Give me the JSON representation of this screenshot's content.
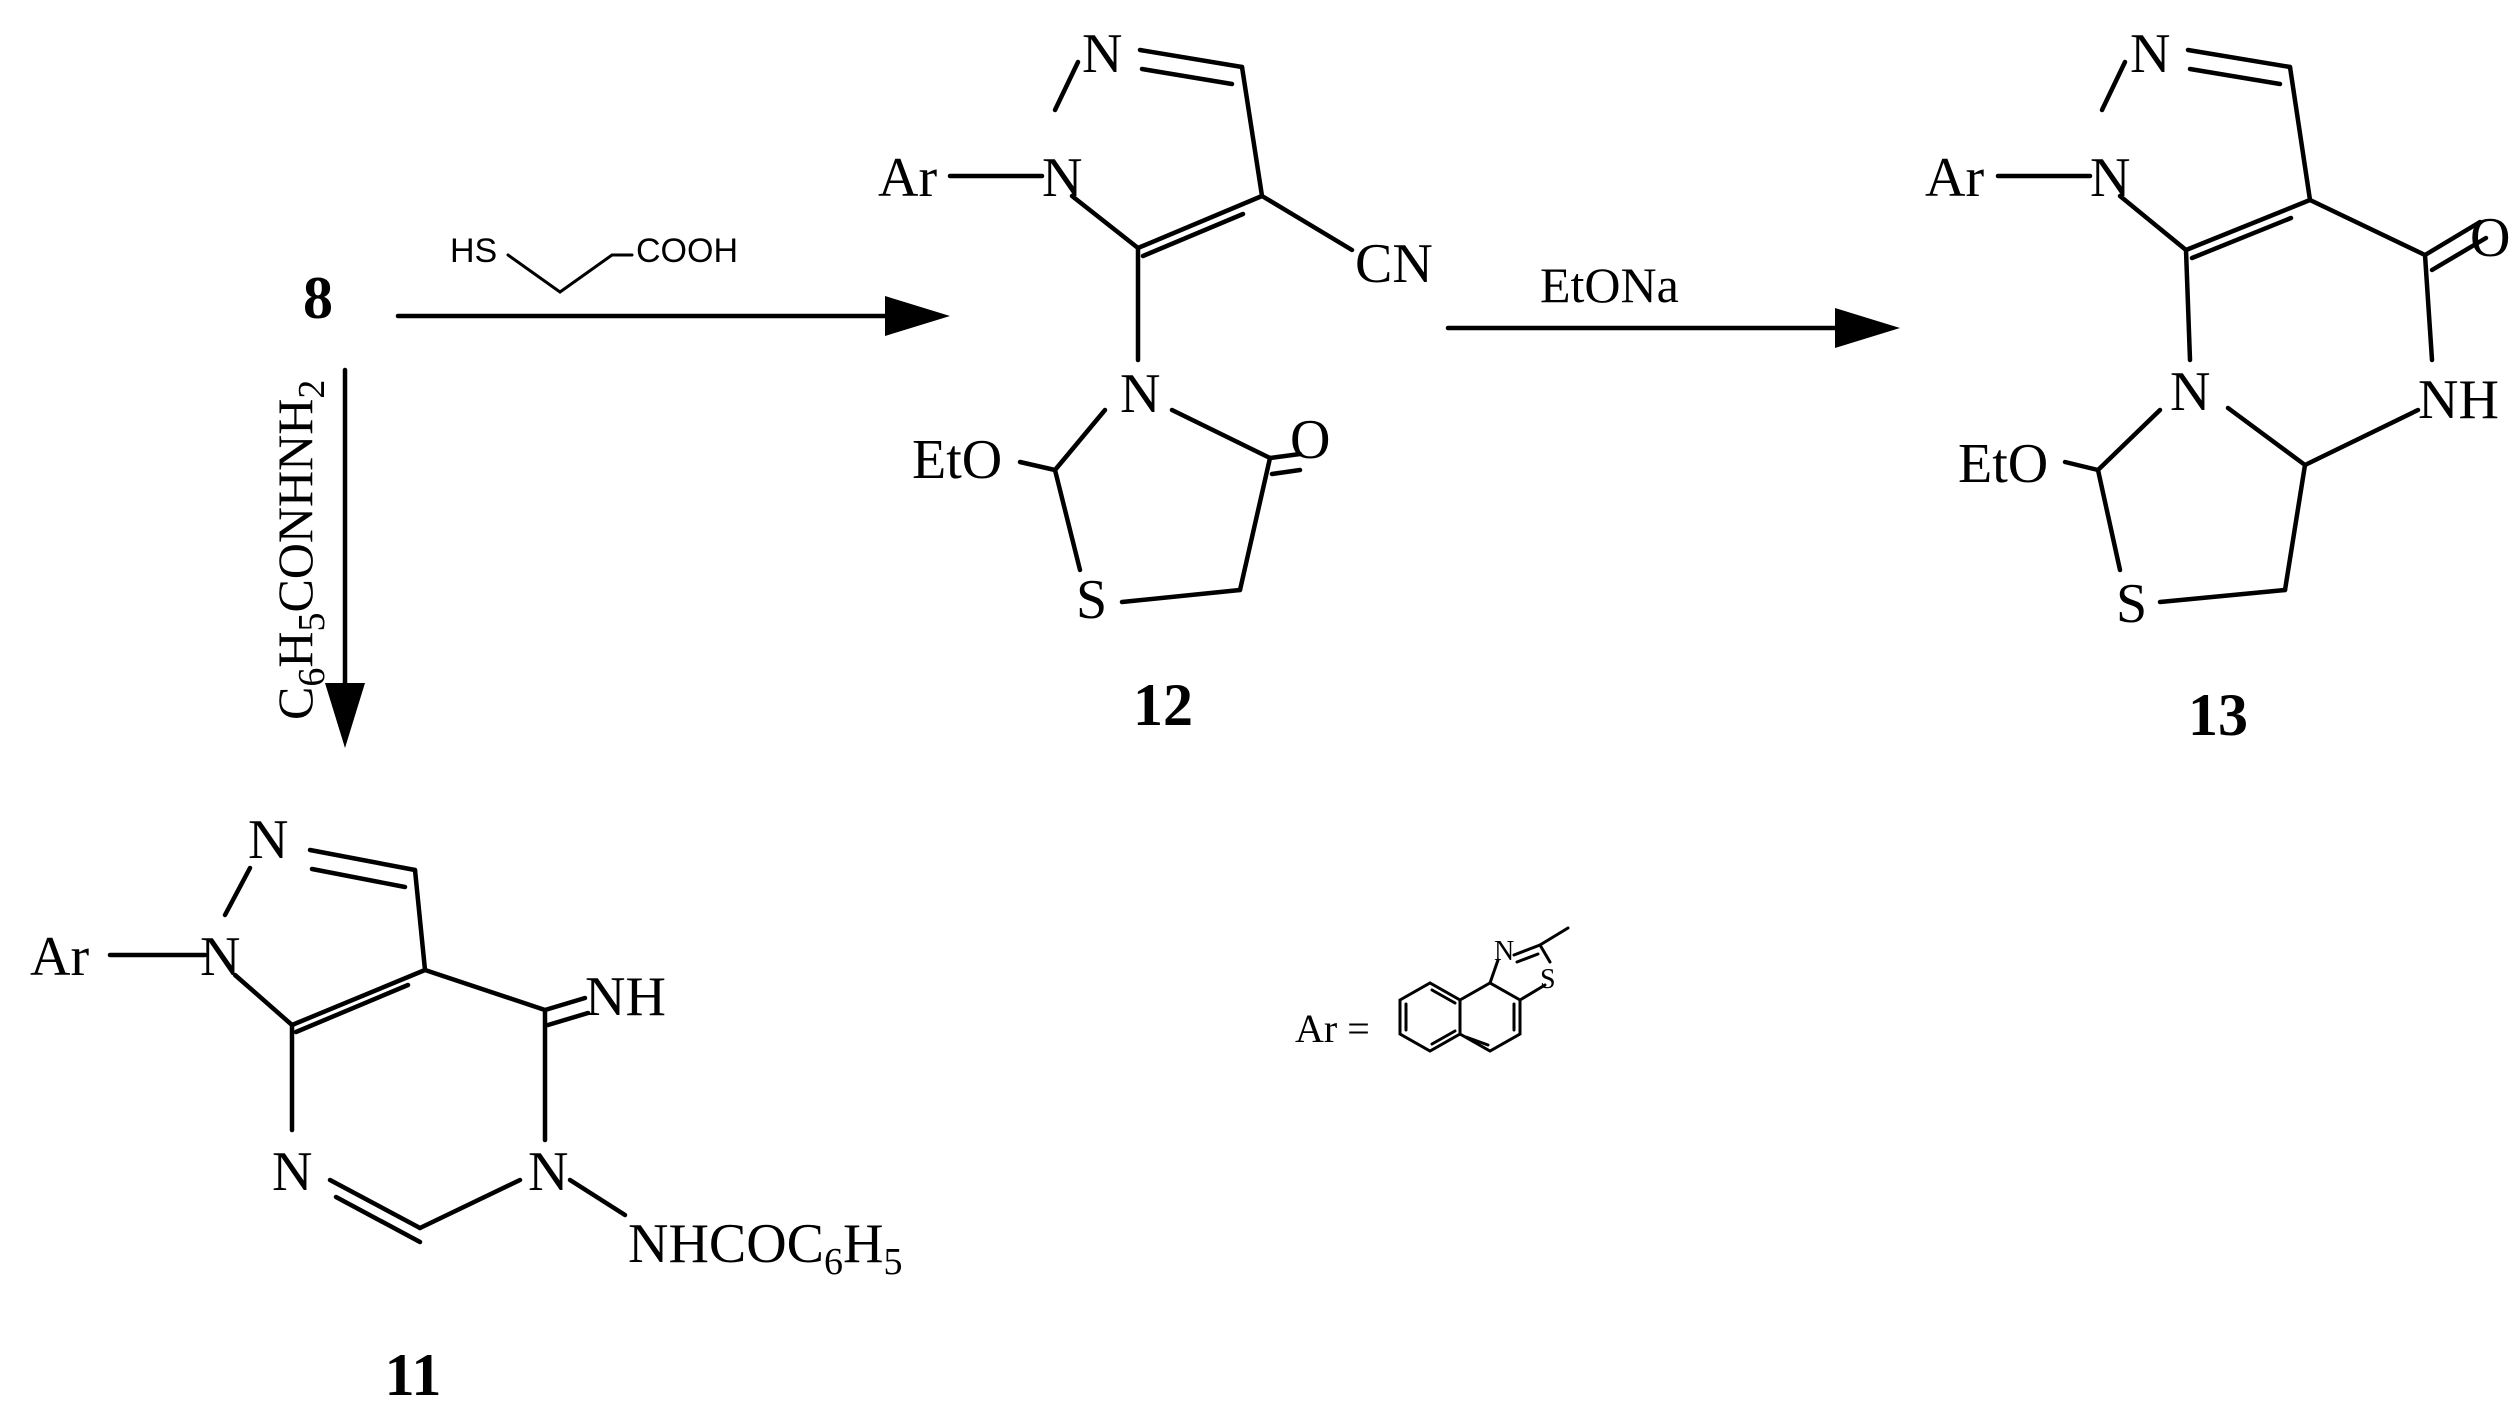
{
  "scheme": {
    "start_label": "8",
    "reagent_right": {
      "hs": "HS",
      "cooh": "COOH"
    },
    "reagent_down": {
      "c": "C",
      "s6": "6",
      "h": "H",
      "s5": "5",
      "rest": "CONHNH",
      "s2": "2"
    },
    "reagent_right2": "EtONa"
  },
  "compound_11": {
    "label": "11",
    "ar": "Ar",
    "n1": "N",
    "n2": "N",
    "n_pyr1": "N",
    "n_pyr3": "N",
    "imine": "NH",
    "substituent": {
      "main": "NHCOC",
      "s6": "6",
      "h": "H",
      "s5": "5"
    }
  },
  "compound_12": {
    "label": "12",
    "ar": "Ar",
    "n1": "N",
    "n2": "N",
    "cn": "CN",
    "n_thiaz": "N",
    "o": "O",
    "eto": "EtO",
    "s": "S"
  },
  "compound_13": {
    "label": "13",
    "ar": "Ar",
    "n1": "N",
    "n2": "N",
    "o": "O",
    "nh": "NH",
    "n_thiaz": "N",
    "eto": "EtO",
    "s": "S"
  },
  "ar_definition": {
    "lhs": "Ar =",
    "n": "N",
    "s": "S"
  }
}
